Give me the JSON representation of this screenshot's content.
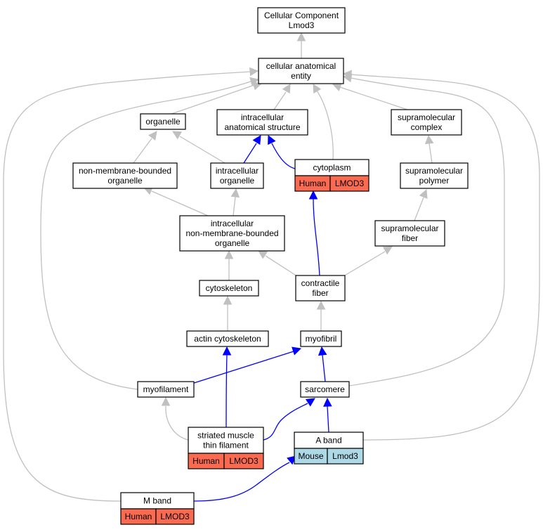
{
  "colors": {
    "gray_edge": "#c0c0c0",
    "blue_edge": "#0000ff",
    "human_fill": "#fa6a50",
    "mouse_fill": "#add8e6"
  },
  "nodes": {
    "root": {
      "lines": [
        "Cellular Component",
        "Lmod3"
      ]
    },
    "cae": {
      "lines": [
        "cellular anatomical",
        "entity"
      ]
    },
    "organelle": {
      "lines": [
        "organelle"
      ]
    },
    "ias": {
      "lines": [
        "intracellular",
        "anatomical structure"
      ]
    },
    "supcomplex": {
      "lines": [
        "supramolecular",
        "complex"
      ]
    },
    "nmbo": {
      "lines": [
        "non-membrane-bounded",
        "organelle"
      ]
    },
    "io": {
      "lines": [
        "intracellular",
        "organelle"
      ]
    },
    "cytoplasm": {
      "lines": [
        "cytoplasm"
      ],
      "tags": [
        "Human",
        "LMOD3"
      ]
    },
    "suppolymer": {
      "lines": [
        "supramolecular",
        "polymer"
      ]
    },
    "inmbo": {
      "lines": [
        "intracellular",
        "non-membrane-bounded",
        "organelle"
      ]
    },
    "supfiber": {
      "lines": [
        "supramolecular",
        "fiber"
      ]
    },
    "cytoskeleton": {
      "lines": [
        "cytoskeleton"
      ]
    },
    "contractile": {
      "lines": [
        "contractile",
        "fiber"
      ]
    },
    "actin": {
      "lines": [
        "actin cytoskeleton"
      ]
    },
    "myofibril": {
      "lines": [
        "myofibril"
      ]
    },
    "myofilament": {
      "lines": [
        "myofilament"
      ]
    },
    "sarcomere": {
      "lines": [
        "sarcomere"
      ]
    },
    "smtf": {
      "lines": [
        "striated muscle",
        "thin filament"
      ],
      "tags": [
        "Human",
        "LMOD3"
      ]
    },
    "aband": {
      "lines": [
        "A band"
      ],
      "tags": [
        "Mouse",
        "Lmod3"
      ]
    },
    "mband": {
      "lines": [
        "M band"
      ],
      "tags": [
        "Human",
        "LMOD3"
      ]
    }
  }
}
